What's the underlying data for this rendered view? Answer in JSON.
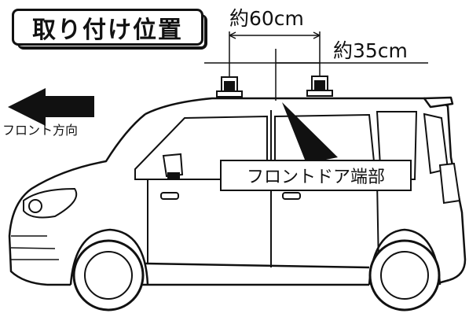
{
  "title": "取り付け位置",
  "labels": {
    "dimension_60": "約60cm",
    "dimension_35": "約35cm",
    "front_direction": "フロント方向",
    "front_door_edge": "フロントドア端部"
  }
}
